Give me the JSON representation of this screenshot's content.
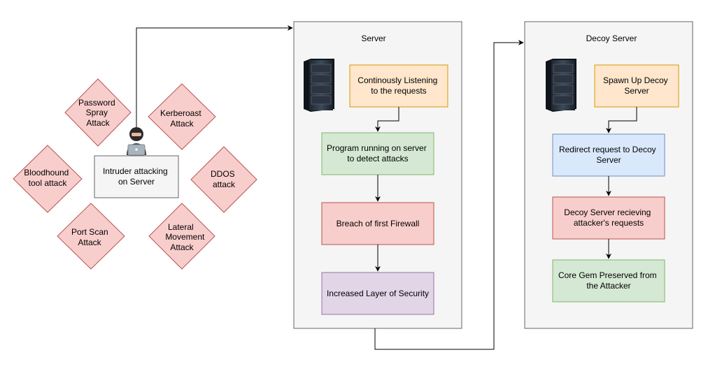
{
  "containers": {
    "server": {
      "title": "Server"
    },
    "decoy": {
      "title": "Decoy Server"
    }
  },
  "attacks": {
    "password_spray": [
      "Password",
      "Spray",
      "Attack"
    ],
    "kerberoast": [
      "Kerberoast",
      "Attack"
    ],
    "bloodhound": [
      "Bloodhound",
      "tool attack"
    ],
    "ddos": [
      "DDOS",
      "attack"
    ],
    "port_scan": [
      "Port Scan",
      "Attack"
    ],
    "lateral_movement": [
      "Lateral",
      "Movement",
      "Attack"
    ]
  },
  "intruder": {
    "lines": [
      "Intruder attacking",
      "on Server"
    ],
    "icon": "hacker-icon"
  },
  "server_steps": {
    "listening": [
      "Continously Listening",
      "to the requests"
    ],
    "program": [
      "Program running on server",
      "to detect attacks"
    ],
    "breach": [
      "Breach of first Firewall"
    ],
    "security": [
      "Increased Layer of Security"
    ]
  },
  "decoy_steps": {
    "spawn": [
      "Spawn Up Decoy",
      "Server"
    ],
    "redirect": [
      "Redirect request to Decoy",
      "Server"
    ],
    "receiving": [
      "Decoy Server recieving",
      "attacker's requests"
    ],
    "preserved": [
      "Core Gem Preserved from",
      "the Attacker"
    ]
  },
  "colors": {
    "container_fill": "#f5f5f5",
    "container_stroke": "#666666",
    "attack_fill": "#f8cecc",
    "attack_stroke": "#b85450",
    "orange_fill": "#ffe6cc",
    "orange_stroke": "#d79b00",
    "green_fill": "#d5e8d4",
    "green_stroke": "#82b366",
    "red_fill": "#f8cecc",
    "red_stroke": "#b85450",
    "purple_fill": "#e1d5e7",
    "purple_stroke": "#9673a6",
    "blue_fill": "#dae8fc",
    "blue_stroke": "#6c8ebf"
  }
}
